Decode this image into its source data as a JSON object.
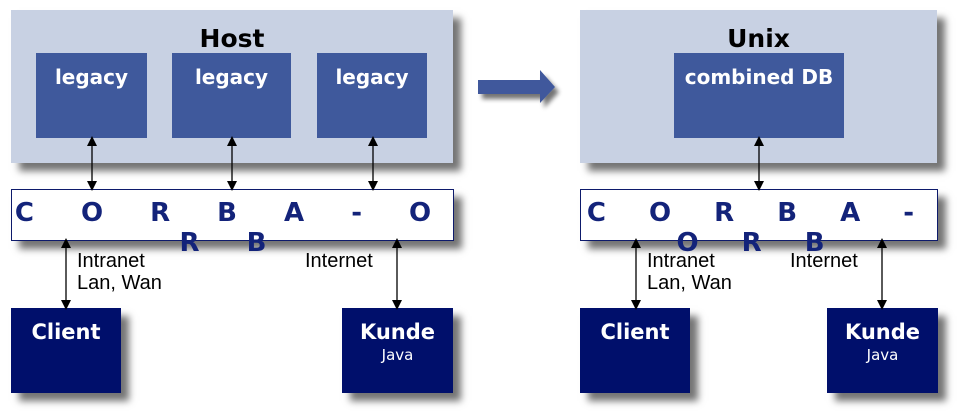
{
  "left": {
    "container_title": "Host",
    "inner_boxes": [
      "legacy",
      "legacy",
      "legacy"
    ],
    "orb_label": "C O R B A - O R B",
    "client": {
      "name": "Client"
    },
    "customer": {
      "name": "Kunde",
      "sub": "Java"
    },
    "link_labels": {
      "intranet": [
        "Intranet",
        "Lan, Wan"
      ],
      "internet": "Internet"
    }
  },
  "right": {
    "container_title": "Unix",
    "inner_boxes": [
      "combined DB"
    ],
    "orb_label": "C O R B A - O R B",
    "client": {
      "name": "Client"
    },
    "customer": {
      "name": "Kunde",
      "sub": "Java"
    },
    "link_labels": {
      "intranet": [
        "Intranet",
        "Lan, Wan"
      ],
      "internet": "Internet"
    }
  },
  "transition_arrow": "migration-arrow",
  "colors": {
    "container_bg": "#c8d1e3",
    "inner_box": "#3f599c",
    "endpoint_box": "#000f6b",
    "orb_text": "#13237a",
    "arrow": "#3f599c"
  }
}
